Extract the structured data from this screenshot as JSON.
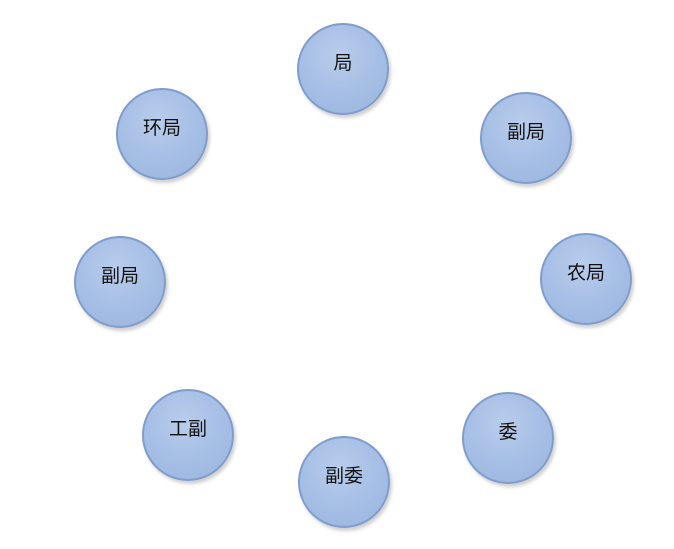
{
  "diagram": {
    "nodes": [
      {
        "id": "top",
        "label": "局"
      },
      {
        "id": "top-right",
        "label": "副局"
      },
      {
        "id": "right",
        "label": "农局"
      },
      {
        "id": "bottom-right",
        "label": "委"
      },
      {
        "id": "bottom",
        "label": "副委"
      },
      {
        "id": "bottom-left",
        "label": "工副"
      },
      {
        "id": "left",
        "label": "副局"
      },
      {
        "id": "top-left",
        "label": "环局"
      }
    ],
    "colors": {
      "node_fill": "#a8c0e6",
      "node_border": "#7f9ccc",
      "text": "#111111",
      "background": "#ffffff"
    }
  }
}
